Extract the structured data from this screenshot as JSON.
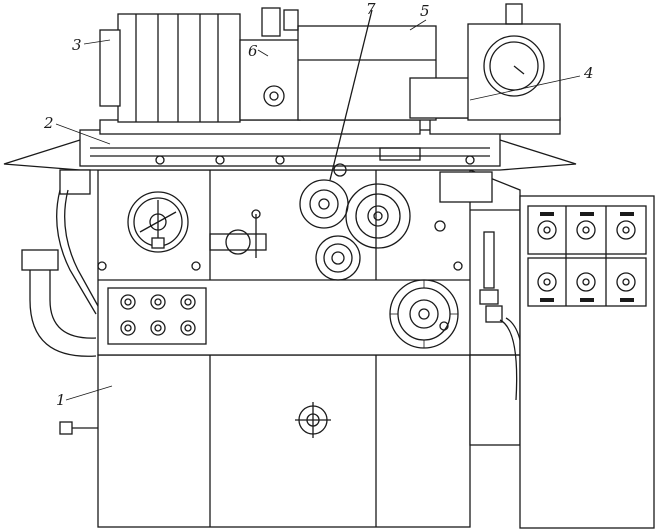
{
  "figure": {
    "callouts": [
      {
        "id": "callout-1",
        "label": "1"
      },
      {
        "id": "callout-2",
        "label": "2"
      },
      {
        "id": "callout-3",
        "label": "3"
      },
      {
        "id": "callout-4",
        "label": "4"
      },
      {
        "id": "callout-5",
        "label": "5"
      },
      {
        "id": "callout-6",
        "label": "6"
      },
      {
        "id": "callout-7",
        "label": "7"
      }
    ]
  },
  "colors": {
    "ink": "#1a1a1a",
    "paper": "#ffffff"
  }
}
